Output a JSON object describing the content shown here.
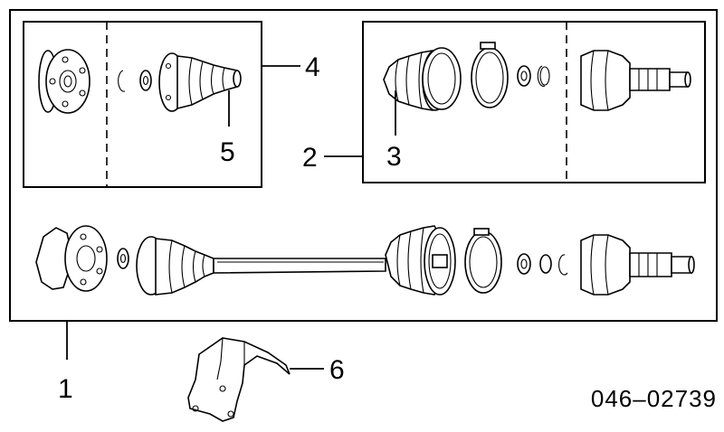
{
  "diagram": {
    "callouts": {
      "one": "1",
      "two": "2",
      "three": "3",
      "four": "4",
      "five": "5",
      "six": "6"
    },
    "reference_code": "046–02739"
  }
}
